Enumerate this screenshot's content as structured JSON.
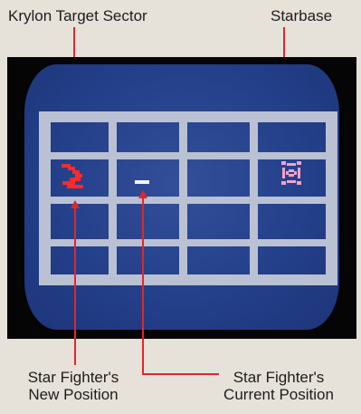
{
  "labels": {
    "krylon_target_sector": "Krylon Target Sector",
    "starbase": "Starbase",
    "new_position_line1": "Star Fighter's",
    "new_position_line2": "New Position",
    "current_position_line1": "Star Fighter's",
    "current_position_line2": "Current Position"
  },
  "grid": {
    "columns": 4,
    "rows": 4
  },
  "icons": {
    "krylon_target": "krylon-ship-icon",
    "starbase": "starbase-icon",
    "star_fighter_current": "star-fighter-marker-icon"
  },
  "colors": {
    "background": "#e6e1d9",
    "screen_dark": "#1d357a",
    "screen_light": "#344f99",
    "grid": "#b9c1d3",
    "krylon": "#ff2a2a",
    "starbase": "#f2a2c8",
    "fighter_marker": "#f4f4f4",
    "callout": "#e4252a",
    "tv_bezel": "#050505"
  }
}
